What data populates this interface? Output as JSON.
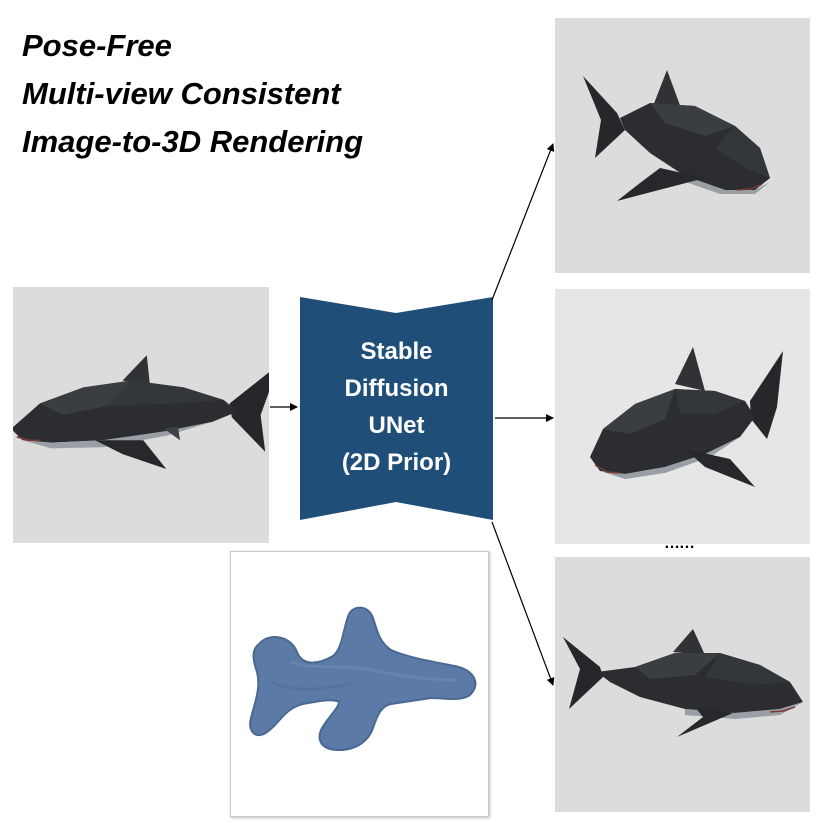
{
  "title": {
    "line1": "Pose-Free",
    "line2": "Multi-view Consistent",
    "line3": "Image-to-3D Rendering"
  },
  "unet": {
    "line1": "Stable",
    "line2": "Diffusion",
    "line3": "UNet",
    "line4": "(2D Prior)"
  },
  "ellipsis": "……",
  "colors": {
    "unet_fill": "#1f4e79",
    "shark_body": "#2b2d30",
    "shark_belly": "#9a9fa6",
    "mesh": "#5b7ba6",
    "panel_bg": "#dcdcdc",
    "arrow": "#000000"
  },
  "icons": {
    "input": "shark-render",
    "outputs": [
      "shark-render",
      "shark-render",
      "shark-render"
    ],
    "mesh": "shark-mesh"
  }
}
